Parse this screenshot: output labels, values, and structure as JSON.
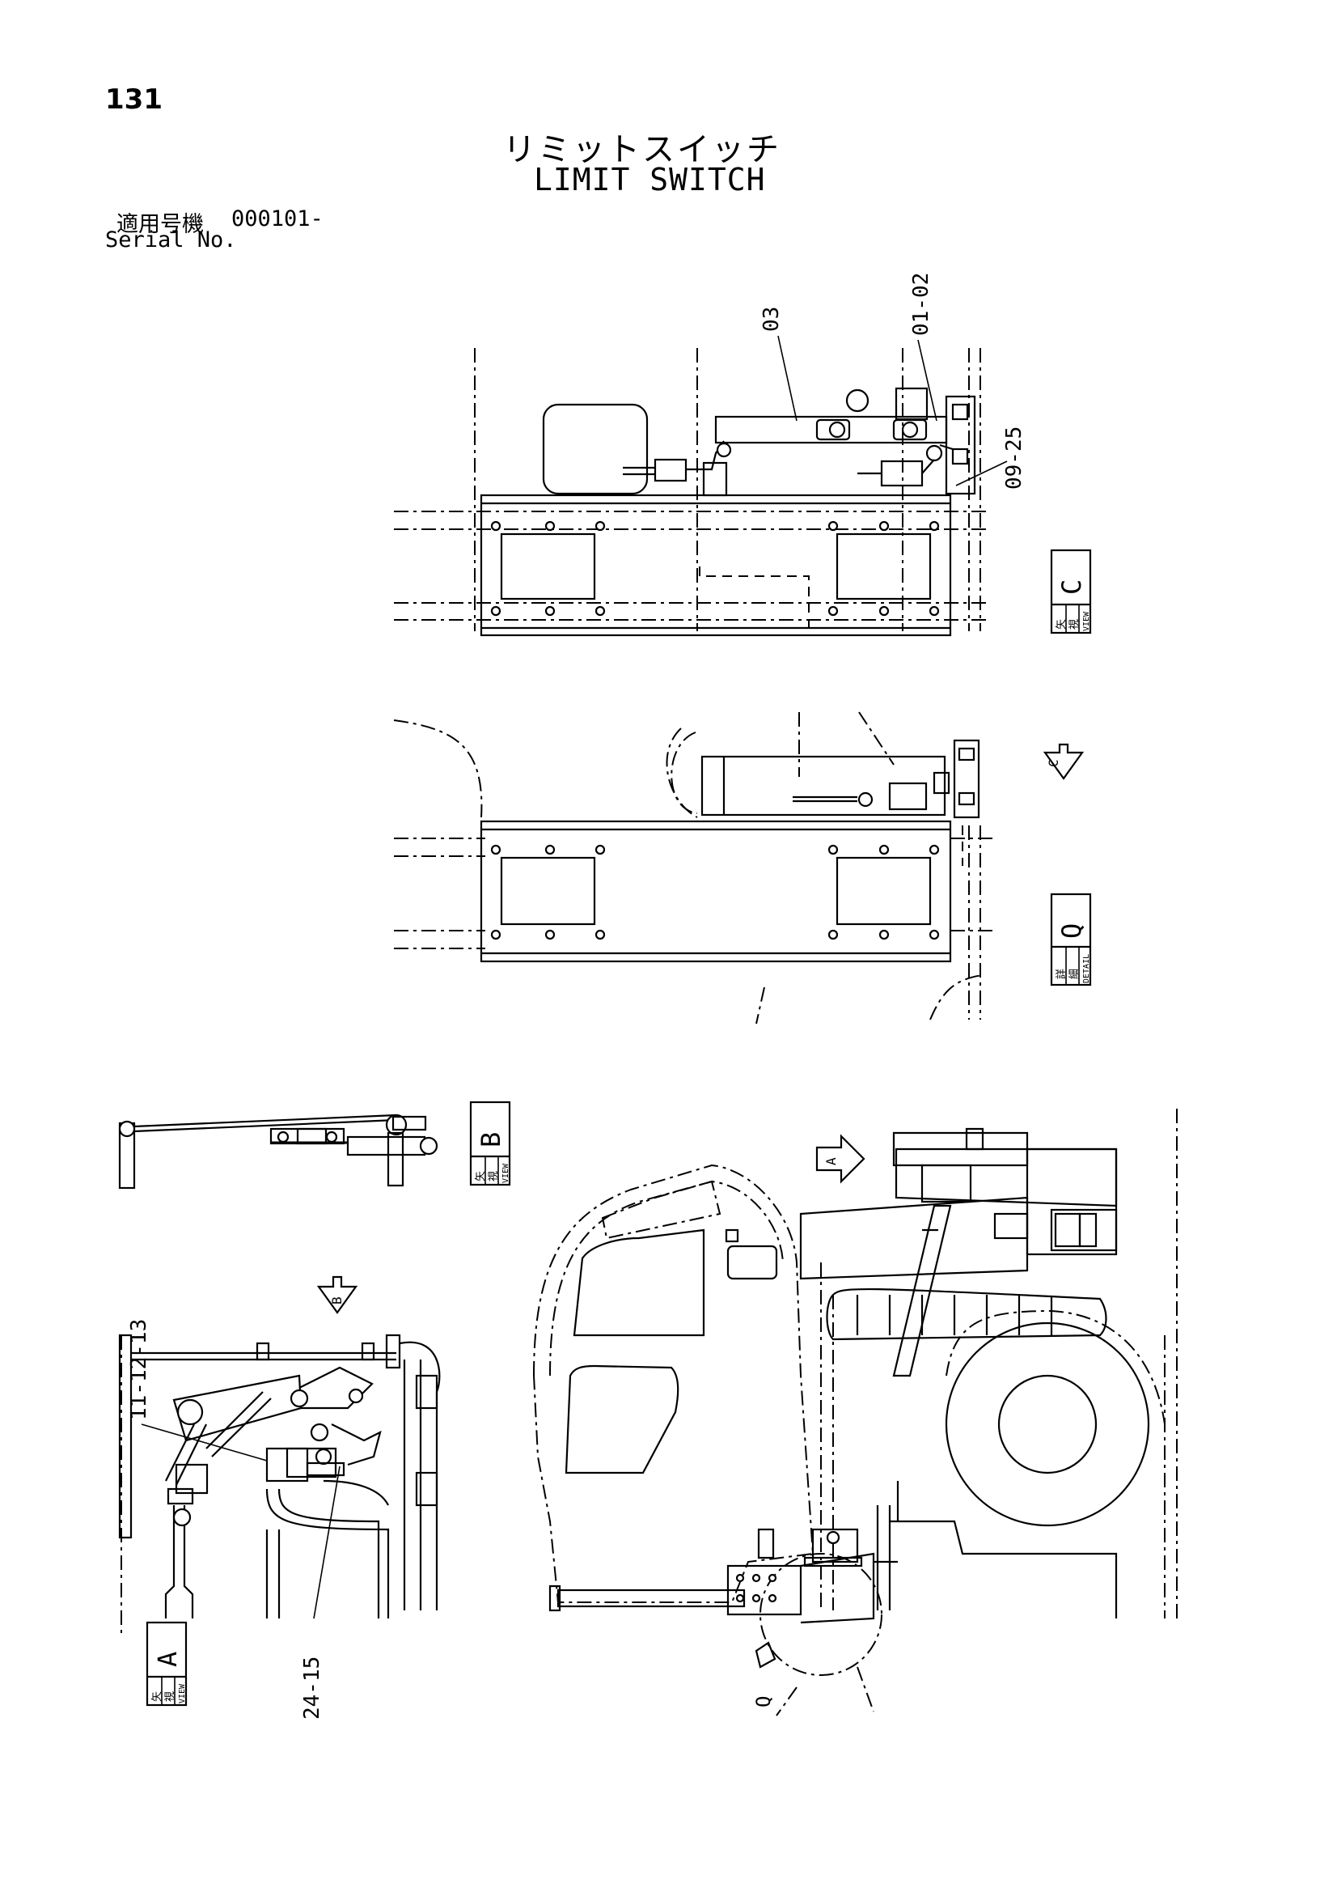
{
  "page": {
    "number": "131",
    "title_jp": "リミットスイッチ",
    "title_en": "LIMIT SWITCH",
    "serial_label_jp": "適用号機",
    "serial_value": "000101-",
    "serial_label_en": "Serial No."
  },
  "callouts": {
    "part_03": "03",
    "part_01_02": "01-02",
    "part_09_25": "09-25",
    "part_11_12_13": "11-12-13",
    "part_24_15": "24-15",
    "detail_marker": "Q"
  },
  "view_labels": {
    "view_c": {
      "jp_top": "矢",
      "jp_bottom": "視",
      "en": "VIEW",
      "letter": "C"
    },
    "detail_q": {
      "jp_top": "詳",
      "jp_bottom": "細",
      "en": "DETAIL",
      "letter": "Q"
    },
    "view_b": {
      "jp_top": "矢",
      "jp_bottom": "視",
      "en": "VIEW",
      "letter": "B"
    },
    "view_a": {
      "jp_top": "矢",
      "jp_bottom": "視",
      "en": "VIEW",
      "letter": "A"
    }
  },
  "arrows": {
    "arrow_c": "C",
    "arrow_b": "B",
    "arrow_a": "A"
  }
}
